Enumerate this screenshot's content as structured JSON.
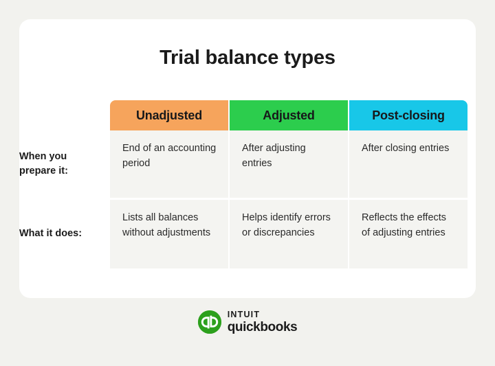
{
  "card": {
    "title": "Trial balance types",
    "table": {
      "column_headers": [
        {
          "label": "Unadjusted",
          "color": "#f6a45c"
        },
        {
          "label": "Adjusted",
          "color": "#2ccd4d"
        },
        {
          "label": "Post-closing",
          "color": "#18c7e8"
        }
      ],
      "rows": [
        {
          "label": "When you prepare it:",
          "cells": [
            "End of an accounting period",
            "After adjusting entries",
            "After closing entries"
          ]
        },
        {
          "label": "What it does:",
          "cells": [
            "Lists all balances without adjustments",
            "Helps identify errors or discrepancies",
            "Reflects the effects of adjusting entries"
          ]
        }
      ]
    }
  },
  "footer": {
    "logo": {
      "mark_color": "#2ca01c",
      "brand_top": "INTUIT",
      "brand_bottom": "quickbooks"
    }
  }
}
